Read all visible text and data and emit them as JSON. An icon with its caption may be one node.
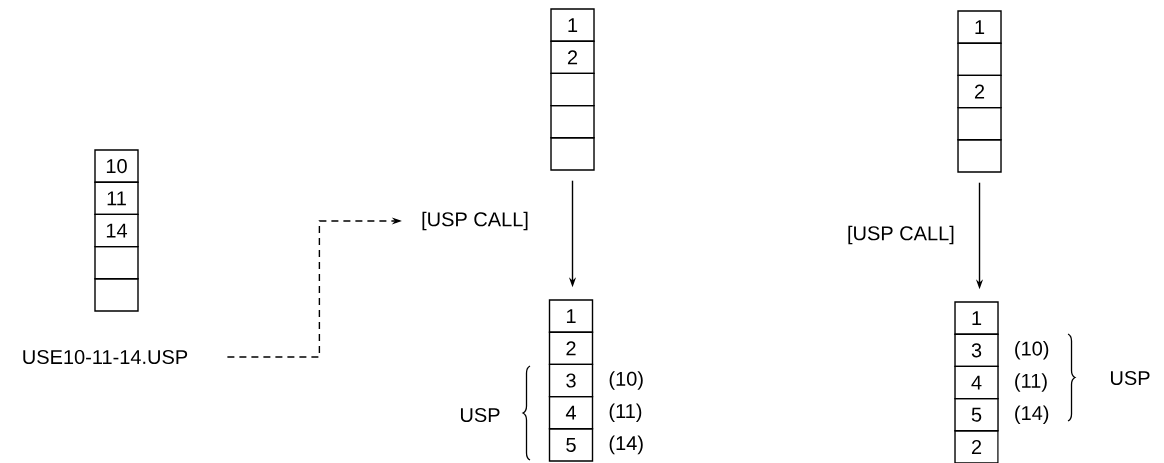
{
  "diagram": {
    "nodes": [
      {
        "text": [
          "10"
        ]
      },
      {
        "text": [
          "11"
        ]
      },
      {
        "text": [
          "14"
        ]
      },
      {
        "text": [],
        "shape": "box"
      },
      {
        "text": [],
        "shape": "box"
      },
      {
        "text": [
          "USE10-11-14.USP"
        ]
      },
      {
        "text": [
          "1"
        ]
      },
      {
        "text": [
          "2"
        ]
      },
      {
        "text": [],
        "shape": "box"
      },
      {
        "text": [],
        "shape": "box"
      },
      {
        "text": [],
        "shape": "box"
      },
      {
        "text": [
          "[USP CALL]"
        ]
      },
      {
        "text": [
          "1"
        ]
      },
      {
        "text": [
          "2"
        ]
      },
      {
        "text": [
          "3"
        ],
        "beside": [
          "(10)"
        ]
      },
      {
        "text": [
          "4"
        ],
        "beside": [
          "(11)"
        ]
      },
      {
        "text": [
          "5"
        ],
        "beside": [
          "(14)"
        ]
      },
      {
        "text": [
          "1"
        ]
      },
      {
        "text": [],
        "shape": "box"
      },
      {
        "text": [
          "2"
        ]
      },
      {
        "text": [],
        "shape": "box"
      },
      {
        "text": [],
        "shape": "box"
      },
      {
        "text": [
          "1"
        ]
      },
      {
        "text": [
          "3"
        ],
        "beside": [
          "(10)"
        ]
      },
      {
        "text": [
          "4"
        ],
        "beside": [
          "(11)"
        ]
      },
      {
        "text": [
          "5"
        ],
        "beside": [
          "(14)"
        ]
      },
      {
        "text": [
          "2"
        ]
      }
    ],
    "edges": [
      {
        "from": 5,
        "to": 11,
        "arrow": "to",
        "style": "dashed"
      },
      {
        "from": 10,
        "to": 12,
        "arrow": "to"
      },
      {
        "from": 21,
        "to": 22,
        "arrow": "to",
        "label": "[USP CALL]"
      }
    ],
    "labels": [
      "USP",
      "USP"
    ]
  }
}
